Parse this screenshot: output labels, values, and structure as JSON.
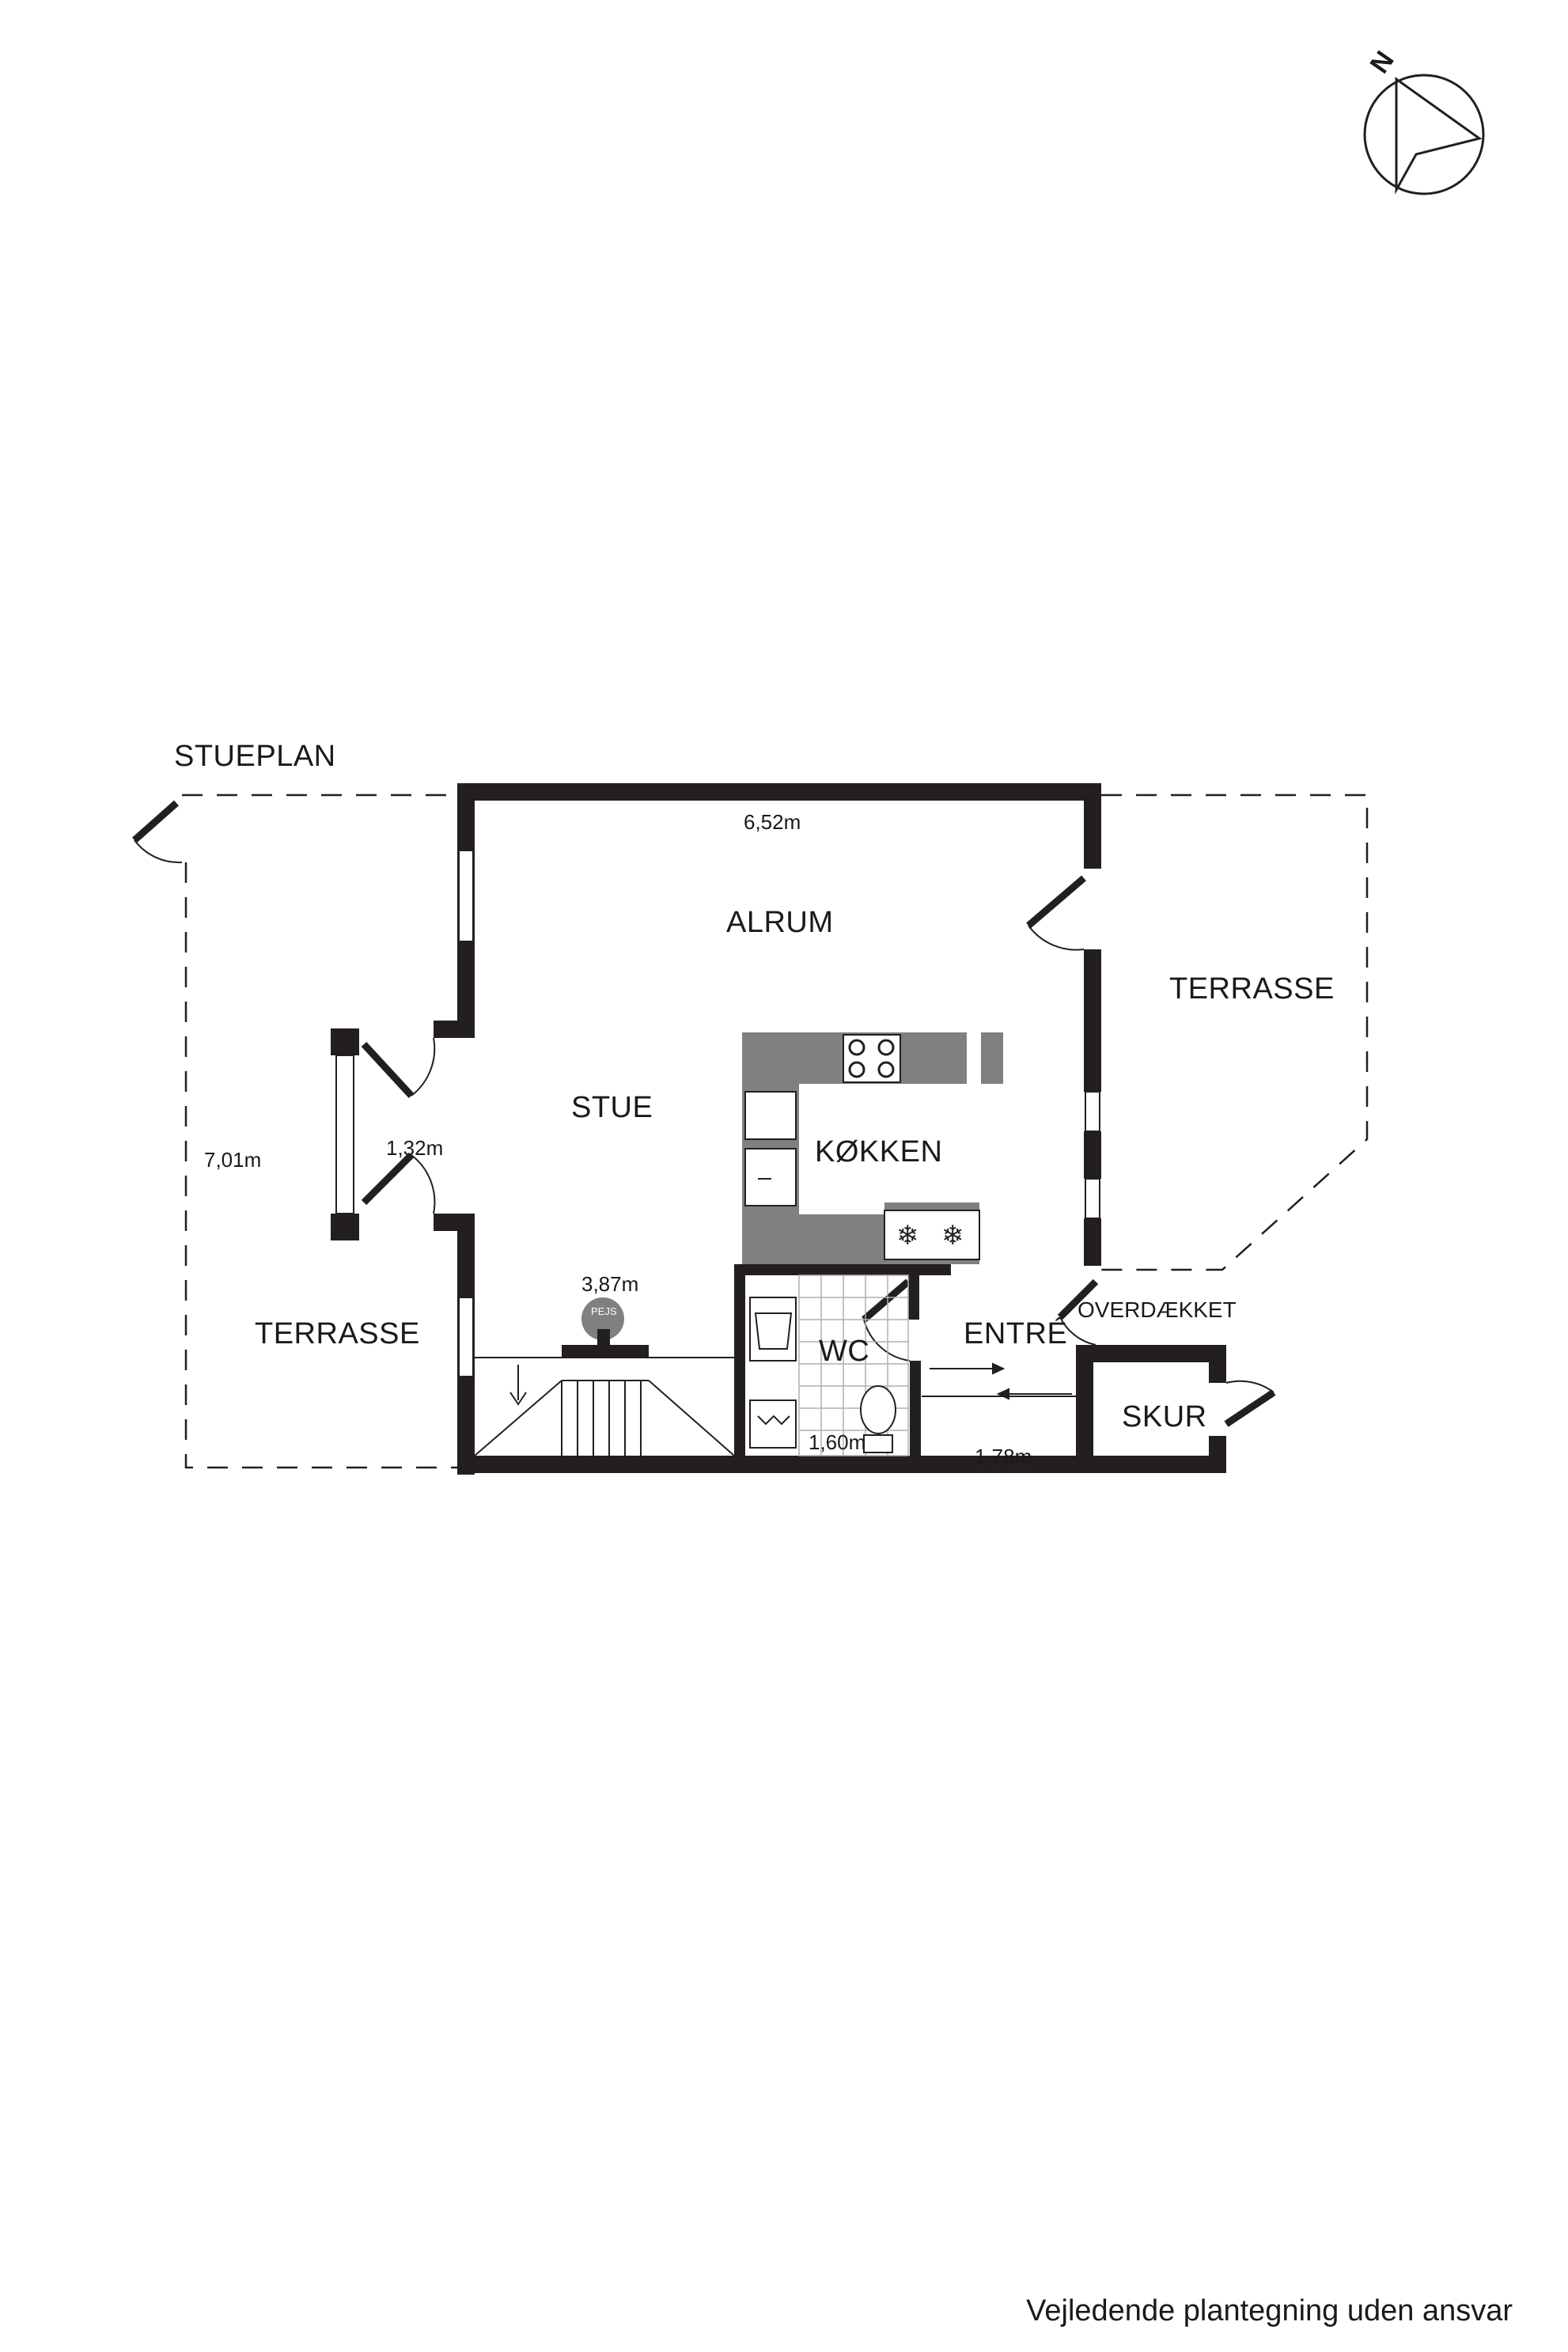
{
  "plan": {
    "floor_title": "STUEPLAN",
    "compass_letter": "N",
    "rooms": {
      "alrum": "ALRUM",
      "stue": "STUE",
      "kokken": "KØKKEN",
      "wc": "WC",
      "entre": "ENTRÉ",
      "skur": "SKUR",
      "terrasse_east": "TERRASSE",
      "terrasse_west": "TERRASSE",
      "overdaekket": "OVERDÆKKET"
    },
    "fixtures": {
      "fireplace": "PEJS"
    },
    "dimensions": {
      "alrum_width": "6,52m",
      "overall_depth": "7,01m",
      "bay_width": "1,32m",
      "stue_width": "3,87m",
      "wc_width": "1,60m",
      "entre_width": "1,78m"
    },
    "disclaimer": "Vejledende plantegning uden ansvar"
  },
  "colors": {
    "wall": "#231f20",
    "counter": "#808080",
    "line": "#231f20"
  }
}
